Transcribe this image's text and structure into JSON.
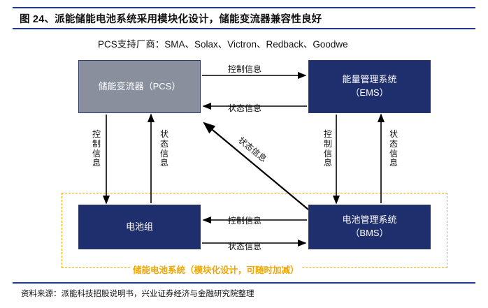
{
  "title": "图 24、派能储能电池系统采用模块化设计，储能变流器兼容性良好",
  "footer": "资料来源：派能科技招股说明书，兴业证券经济与金融研究院整理",
  "vendors_line": "PCS支持厂商：SMA、Solax、Victron、Redback、Goodwe",
  "boxes": {
    "pcs": "储能变流器（PCS）",
    "ems_line1": "能量管理系统",
    "ems_line2": "（EMS）",
    "battery": "电池组",
    "bms_line1": "电池管理系统",
    "bms_line2": "（BMS）"
  },
  "dashed_label": "储能电池系统（模块化设计，可随时加减）",
  "labels": {
    "pcs_to_ems_control": "控制信息",
    "ems_to_pcs_status": "状态信息",
    "bms_to_pcs_status": "状态信息",
    "bms_to_battery_control": "控制信息",
    "battery_to_bms_status": "状态信息",
    "pcs_down_control": "控制信息",
    "pcs_up_status": "状态信息",
    "ems_down_control": "控制信息",
    "ems_up_status": "状态信息"
  },
  "colors": {
    "rule": "#1f3a93",
    "pcs_box": "#8a8f9e",
    "navy_box": "#1f2f6e",
    "dashed": "#f0a500"
  }
}
